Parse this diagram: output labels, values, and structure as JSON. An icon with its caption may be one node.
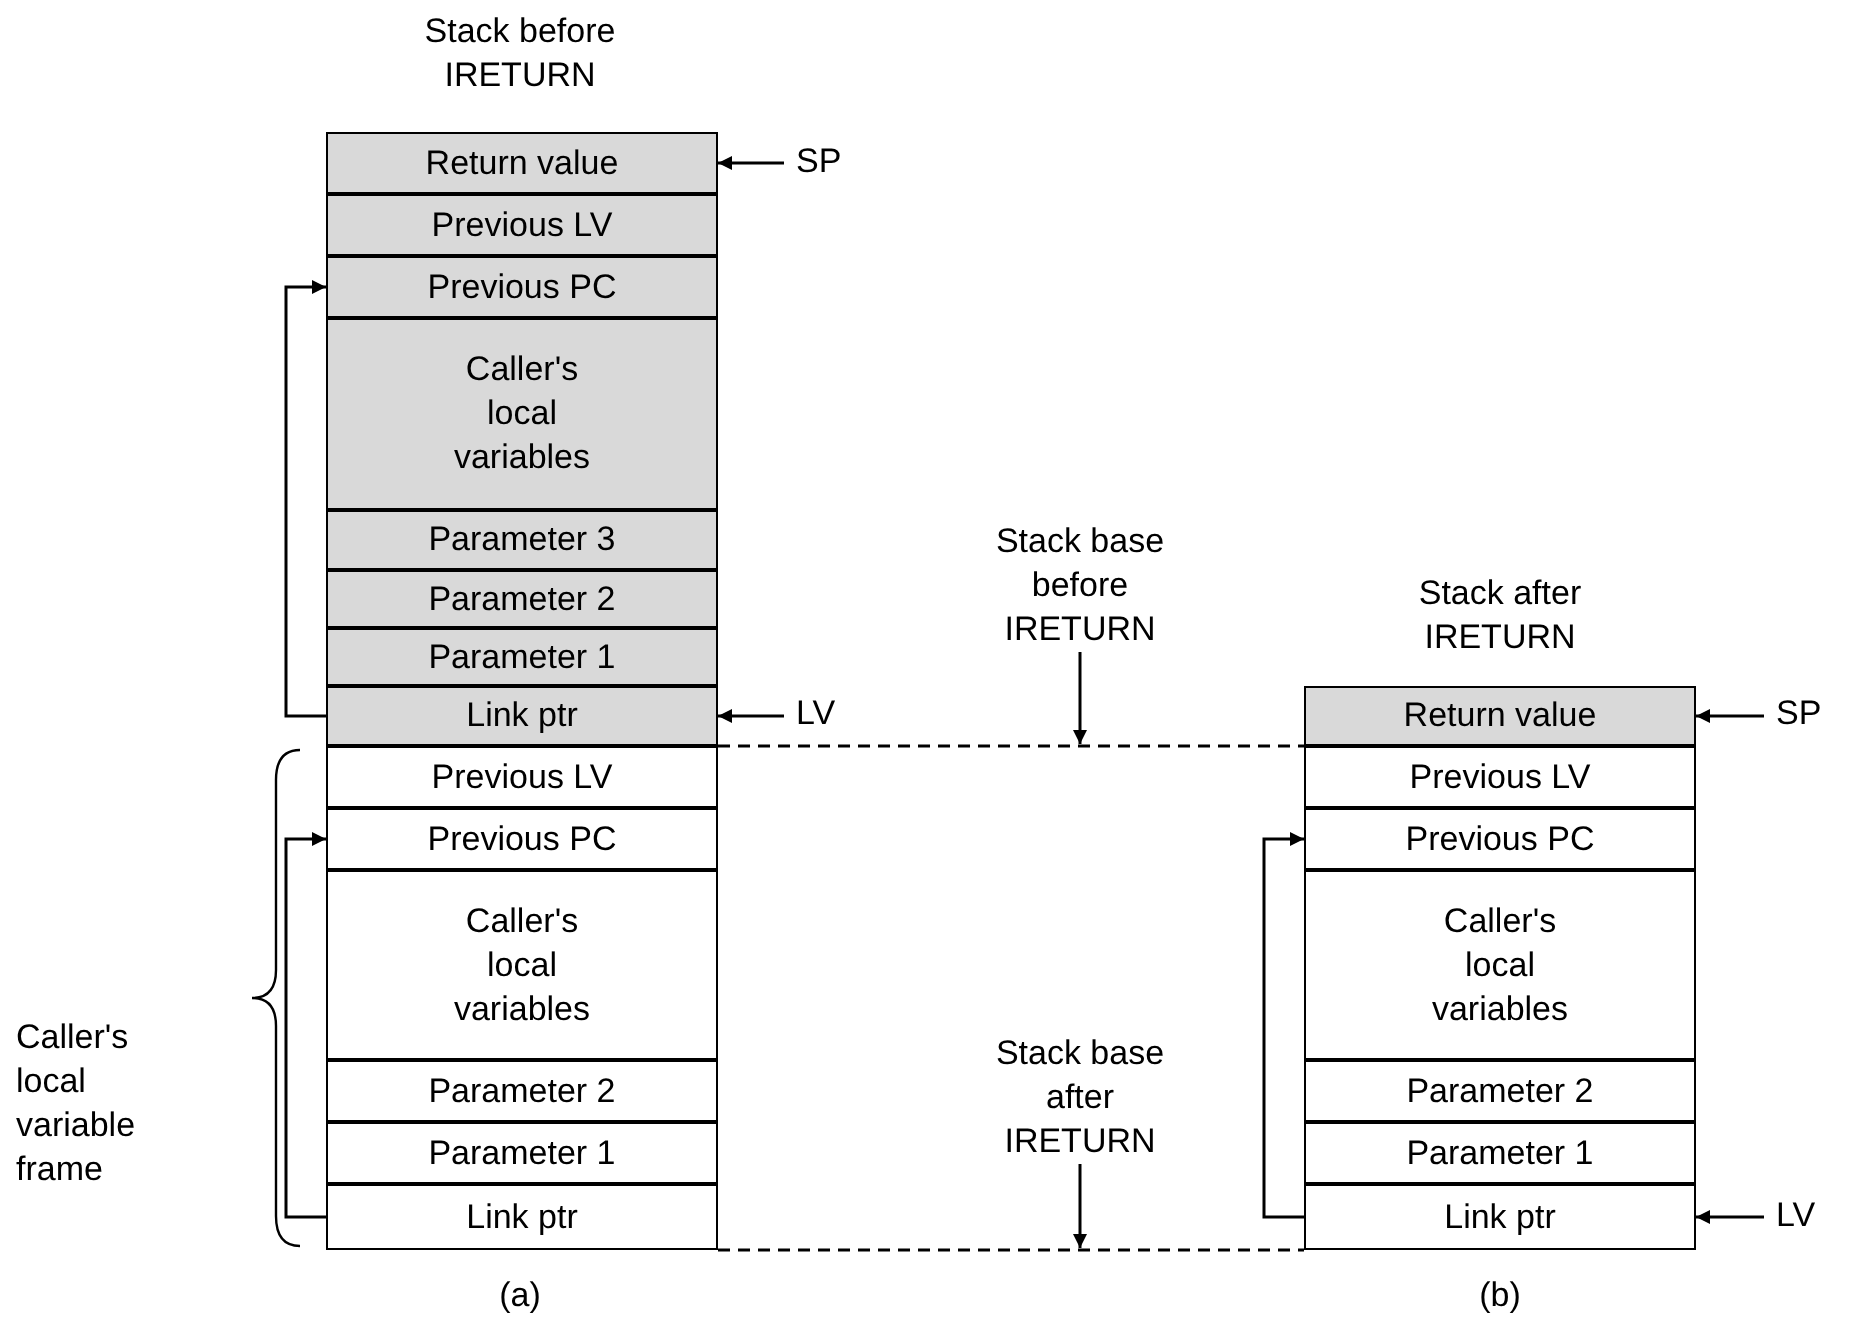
{
  "diagram": {
    "nodes": [
      {
        "text": [
          "Return value"
        ]
      },
      {
        "text": [
          "Previous LV"
        ]
      },
      {
        "text": [
          "Previous PC"
        ]
      },
      {
        "text": [
          "Caller's local variables"
        ]
      },
      {
        "text": [
          "Parameter 3"
        ]
      },
      {
        "text": [
          "Parameter 2"
        ]
      },
      {
        "text": [
          "Parameter 1"
        ]
      },
      {
        "text": [
          "Link ptr"
        ]
      },
      {
        "text": [
          "Previous LV"
        ]
      },
      {
        "text": [
          "Previous PC"
        ]
      },
      {
        "text": [
          "Caller's local variables"
        ]
      },
      {
        "text": [
          "Parameter 2"
        ]
      },
      {
        "text": [
          "Parameter 1"
        ]
      },
      {
        "text": [
          "Link ptr"
        ]
      },
      {
        "text": [
          "Return value"
        ]
      },
      {
        "text": [
          "Previous LV"
        ]
      },
      {
        "text": [
          "Previous PC"
        ]
      },
      {
        "text": [
          "Caller's local variables"
        ]
      },
      {
        "text": [
          "Parameter 2"
        ]
      },
      {
        "text": [
          "Parameter 1"
        ]
      },
      {
        "text": [
          "Link ptr"
        ]
      },
      {
        "text": [
          "SP"
        ]
      },
      {
        "text": [
          "LV"
        ]
      },
      {
        "text": [
          "Stack base before IRETURN"
        ]
      },
      {
        "text": [
          "SP"
        ]
      },
      {
        "text": [
          "Stack base after IRETURN"
        ]
      },
      {
        "text": [
          "LV"
        ]
      }
    ],
    "edges": [
      {
        "from": 7,
        "to": 2,
        "arrow": "to"
      },
      {
        "from": 13,
        "to": 9,
        "arrow": "to"
      },
      {
        "from": 20,
        "to": 16,
        "arrow": "to"
      },
      {
        "from": 21,
        "to": 0,
        "arrow": "to"
      },
      {
        "from": 22,
        "to": 7,
        "arrow": "to"
      },
      {
        "from": 24,
        "to": 14,
        "arrow": "to"
      },
      {
        "from": 26,
        "to": 20,
        "arrow": "to"
      },
      {
        "from": 23,
        "to": null,
        "arrow": "to"
      },
      {
        "from": 25,
        "to": null,
        "arrow": "to"
      },
      {
        "from": 7,
        "to": 14,
        "arrow": "none",
        "style": "dashed"
      },
      {
        "from": 13,
        "to": 20,
        "arrow": "none",
        "style": "dashed"
      }
    ],
    "labels": [
      "Stack before IRETURN",
      "Stack after IRETURN",
      "Caller's local variable frame",
      "(a)",
      "(b)"
    ]
  }
}
